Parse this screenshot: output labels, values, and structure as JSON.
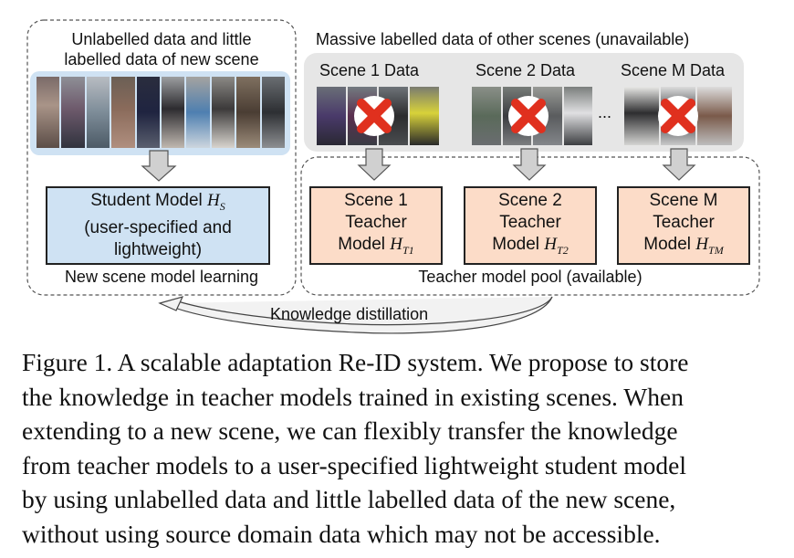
{
  "figure": {
    "new_scene_heading": [
      "Unlabelled data and little",
      "labelled data of new scene"
    ],
    "massive_heading": "Massive labelled data of other scenes (unavailable)",
    "scenes": [
      {
        "data_label": "Scene 1 Data",
        "teacher_lines": [
          "Scene 1",
          "Teacher"
        ],
        "model_word": "Model",
        "sub": "T1"
      },
      {
        "data_label": "Scene 2 Data",
        "teacher_lines": [
          "Scene 2",
          "Teacher"
        ],
        "model_word": "Model",
        "sub": "T2"
      },
      {
        "data_label": "Scene M Data",
        "teacher_lines": [
          "Scene M",
          "Teacher"
        ],
        "model_word": "Model",
        "sub": "TM"
      }
    ],
    "ellipsis": "...",
    "student_lines": [
      "Student Model",
      "(user-specified and",
      "lightweight)"
    ],
    "student_symbol": "H",
    "student_sub": "S",
    "teacher_symbol": "H",
    "new_scene_footer": "New scene model learning",
    "pool_footer": "Teacher model pool (available)",
    "distill_label": "Knowledge distillation"
  },
  "caption": {
    "lines": [
      "Figure 1. A scalable adaptation Re-ID system. We propose to store",
      "the knowledge in teacher models trained in existing scenes. When",
      "extending to a new scene, we can flexibly transfer the knowledge",
      "from teacher models to a user-specified lightweight student model",
      "by using unlabelled data and little labelled data of the new scene,",
      "without using source domain data which may not be accessible."
    ]
  }
}
